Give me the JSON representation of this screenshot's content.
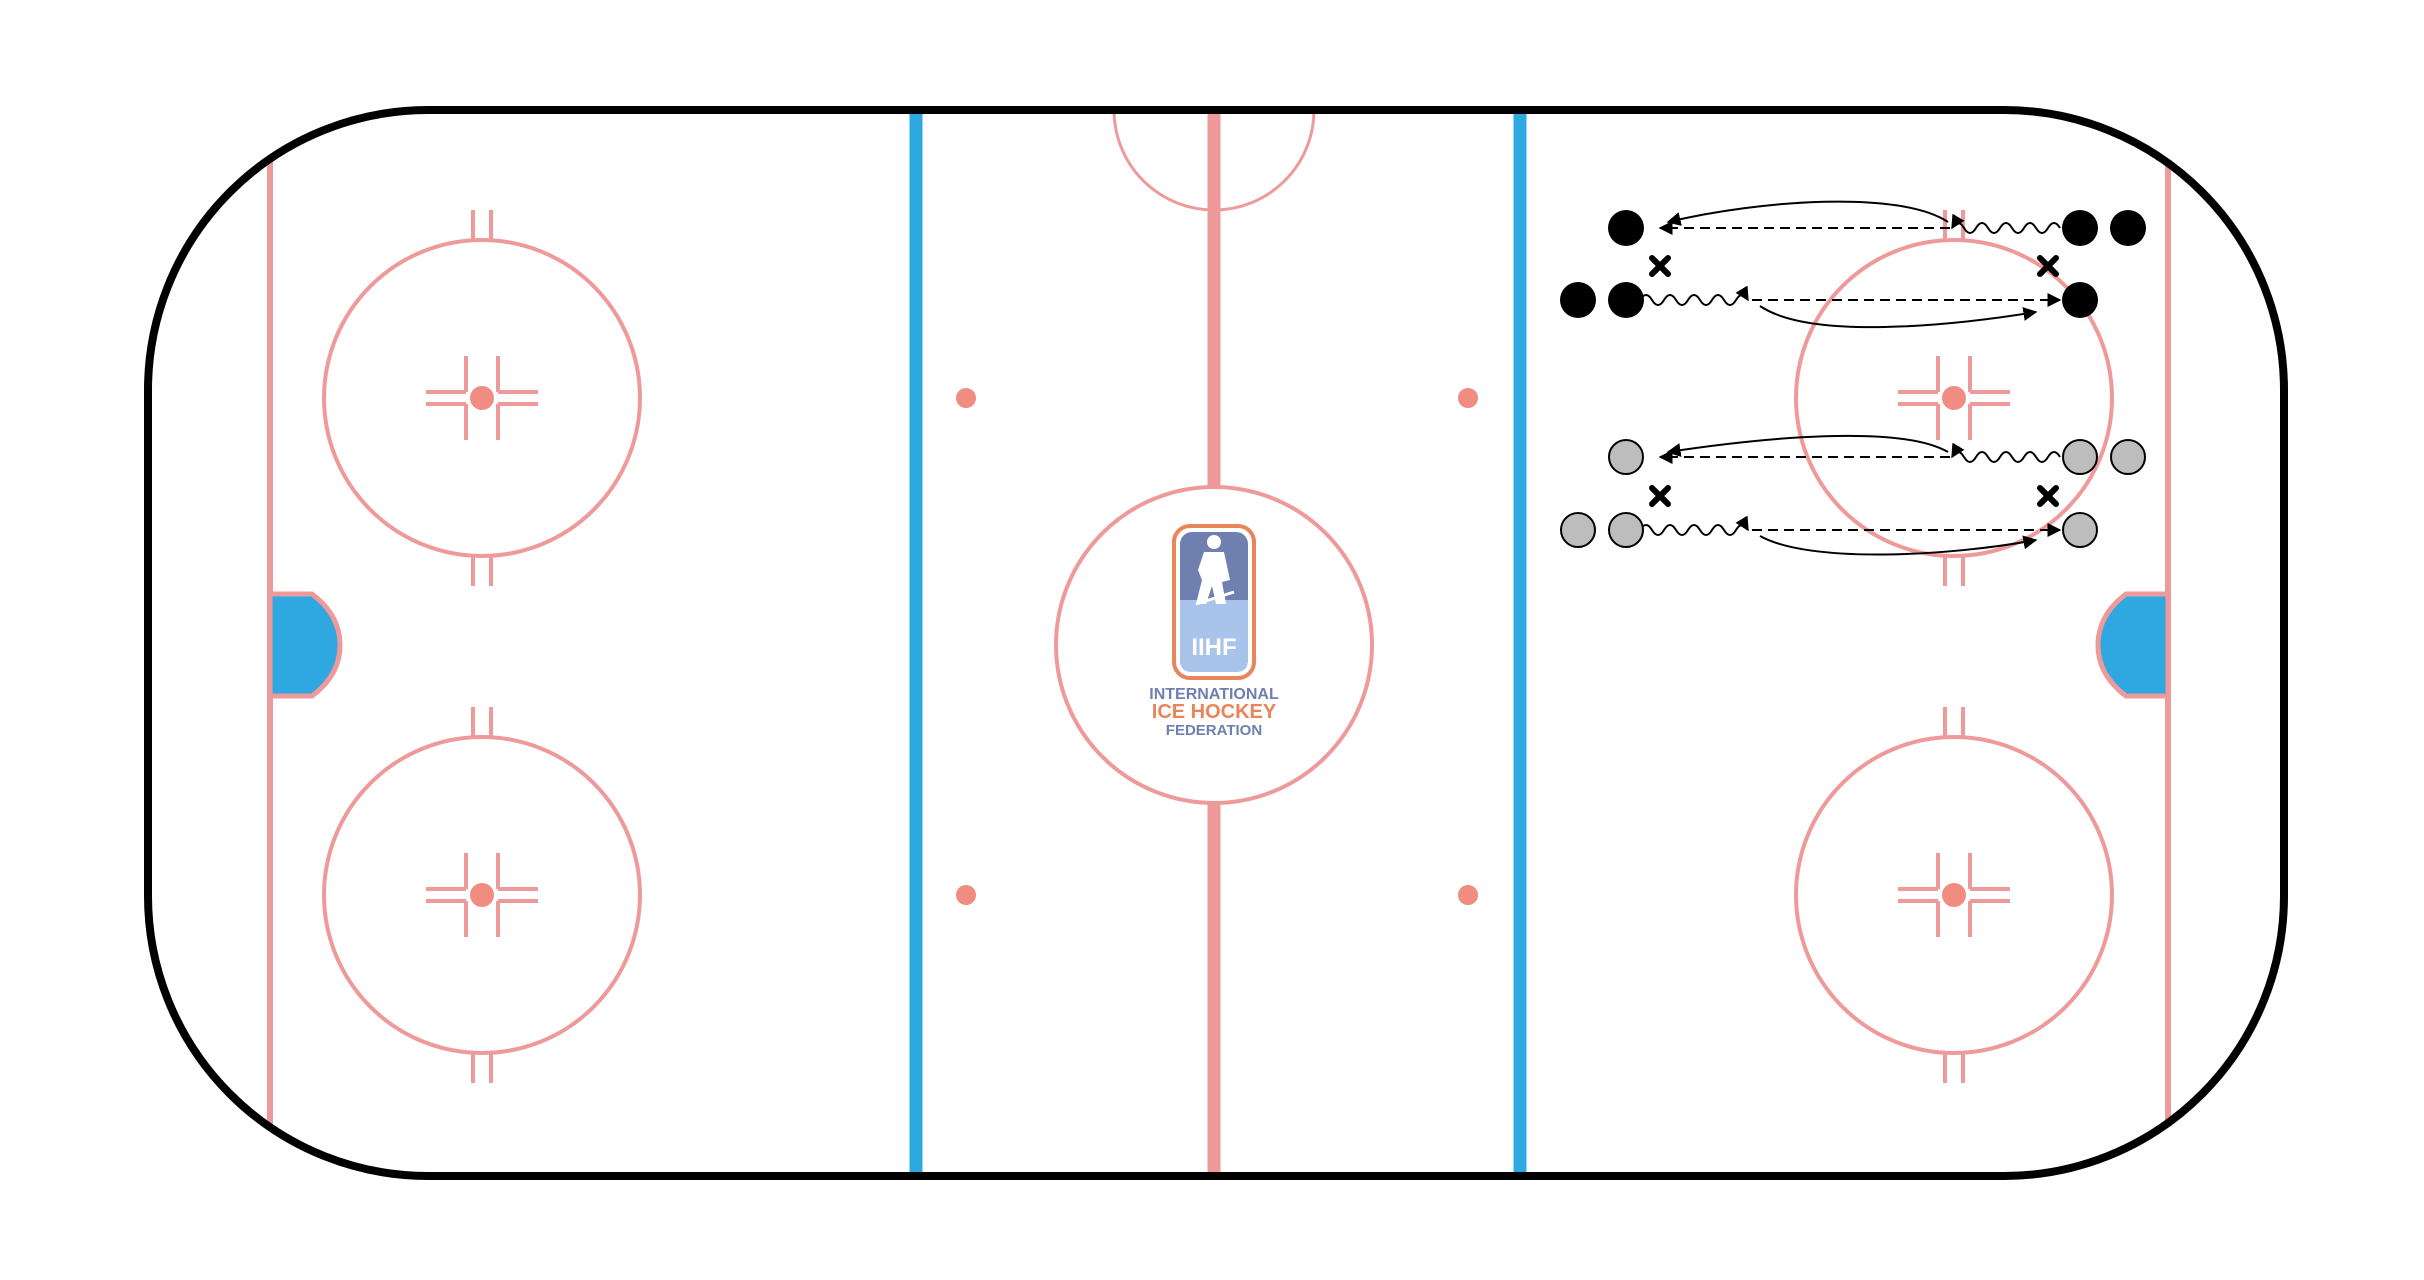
{
  "logo": {
    "badge_text": "IIHF",
    "line1": "INTERNATIONAL",
    "line2": "ICE HOCKEY",
    "line3": "FEDERATION"
  },
  "colors": {
    "boards": "#000000",
    "rink_lines": "#ef9a9a",
    "blue_lines": "#2fa8e1",
    "crease_fill": "#2fa8e1",
    "dots": "#f08c80",
    "black_players": "#000000",
    "gray_players": "#bdbdbd",
    "logo_blue": "#6f7fb0",
    "logo_orange": "#e8855a"
  },
  "drill": {
    "groups": [
      {
        "name": "black",
        "players": 6,
        "cones": 2
      },
      {
        "name": "gray",
        "players": 6,
        "cones": 2
      }
    ],
    "legend_icons": [
      "player-dot",
      "cone-x",
      "skate-wavy-arrow",
      "pass-dashed-arrow",
      "skate-curved-arrow"
    ]
  }
}
